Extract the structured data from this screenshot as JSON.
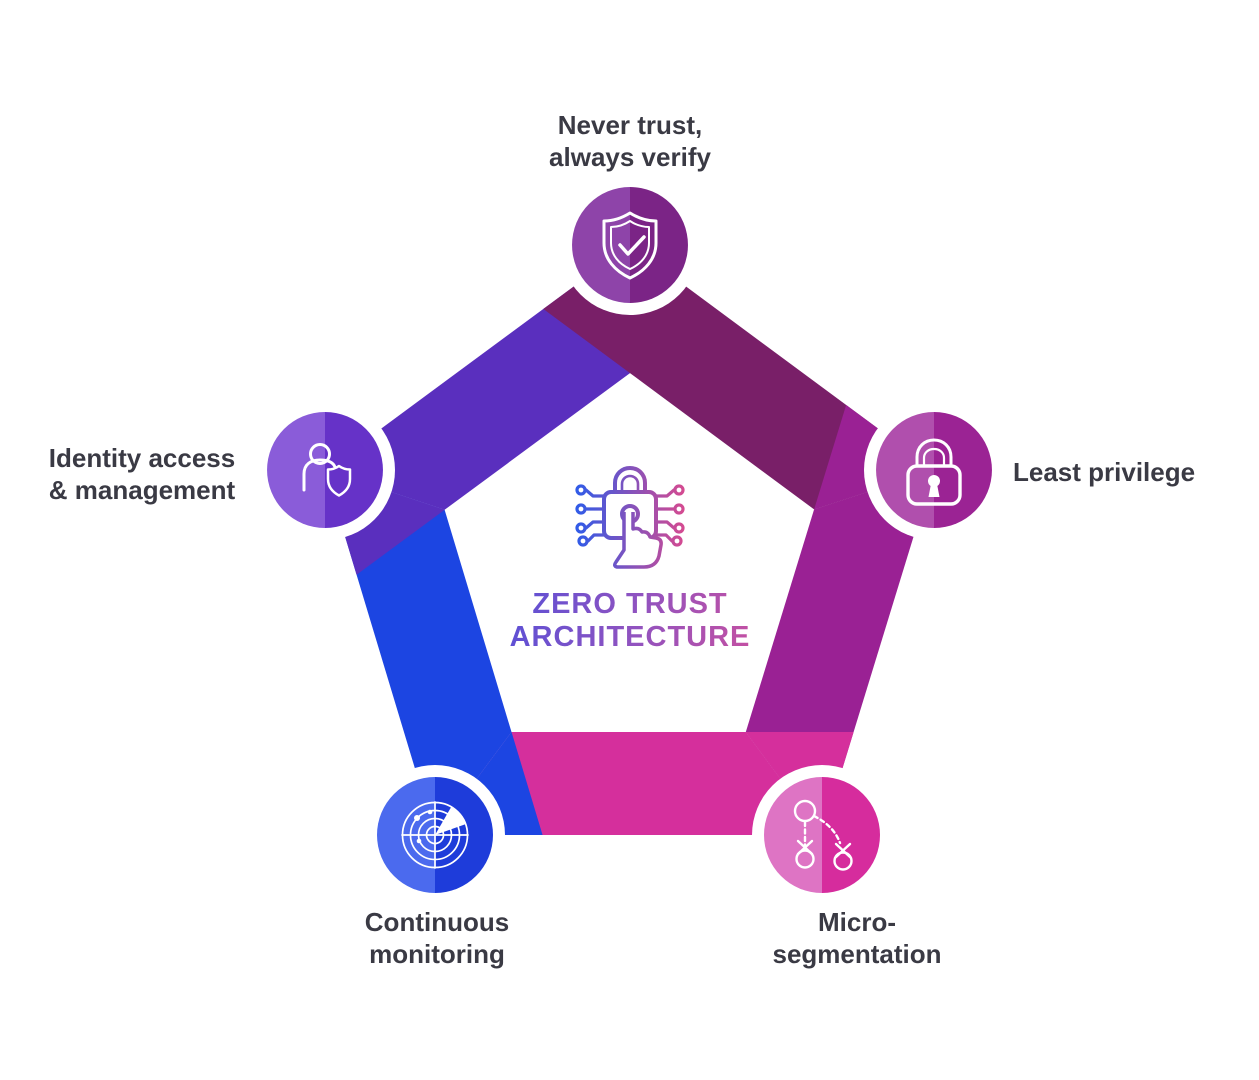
{
  "title": {
    "line1": "ZERO TRUST",
    "line2": "ARCHITECTURE"
  },
  "title_gradient": {
    "from": "#5A50D6",
    "mid": "#9053C0",
    "to": "#C9509F"
  },
  "center_icon": "circuit-lock-touch-icon",
  "center_icon_gradient": {
    "from": "#2F5BE8",
    "to": "#D84A8F"
  },
  "label_color": "#3A3A44",
  "background": "#FFFFFF",
  "nodes": [
    {
      "id": "never-trust",
      "label_line1": "Never trust,",
      "label_line2": "always verify",
      "icon": "shield-check-icon",
      "circle_left_color": "#8E44A9",
      "circle_right_color": "#7B2486"
    },
    {
      "id": "least-privilege",
      "label_line1": "Least privilege",
      "label_line2": "",
      "icon": "padlock-icon",
      "circle_left_color": "#B04FAD",
      "circle_right_color": "#9B2394"
    },
    {
      "id": "micro-segmentation",
      "label_line1": "Micro-",
      "label_line2": "segmentation",
      "icon": "network-segmentation-icon",
      "circle_left_color": "#DE74C4",
      "circle_right_color": "#D62C9D"
    },
    {
      "id": "continuous-monitoring",
      "label_line1": "Continuous",
      "label_line2": "monitoring",
      "icon": "radar-icon",
      "circle_left_color": "#4B6AEE",
      "circle_right_color": "#1E3CDA"
    },
    {
      "id": "identity-access",
      "label_line1": "Identity access",
      "label_line2": "& management",
      "icon": "user-shield-icon",
      "circle_left_color": "#8A5CD9",
      "circle_right_color": "#6632C8"
    }
  ],
  "bands": [
    {
      "from": "never-trust",
      "to": "least-privilege",
      "color": "#791F68"
    },
    {
      "from": "least-privilege",
      "to": "micro-segmentation",
      "color": "#9A2194"
    },
    {
      "from": "micro-segmentation",
      "to": "continuous-monitoring",
      "color": "#D52F9C"
    },
    {
      "from": "continuous-monitoring",
      "to": "identity-access",
      "color": "#1C45E2"
    },
    {
      "from": "identity-access",
      "to": "never-trust",
      "color": "#5A2FBE"
    }
  ]
}
